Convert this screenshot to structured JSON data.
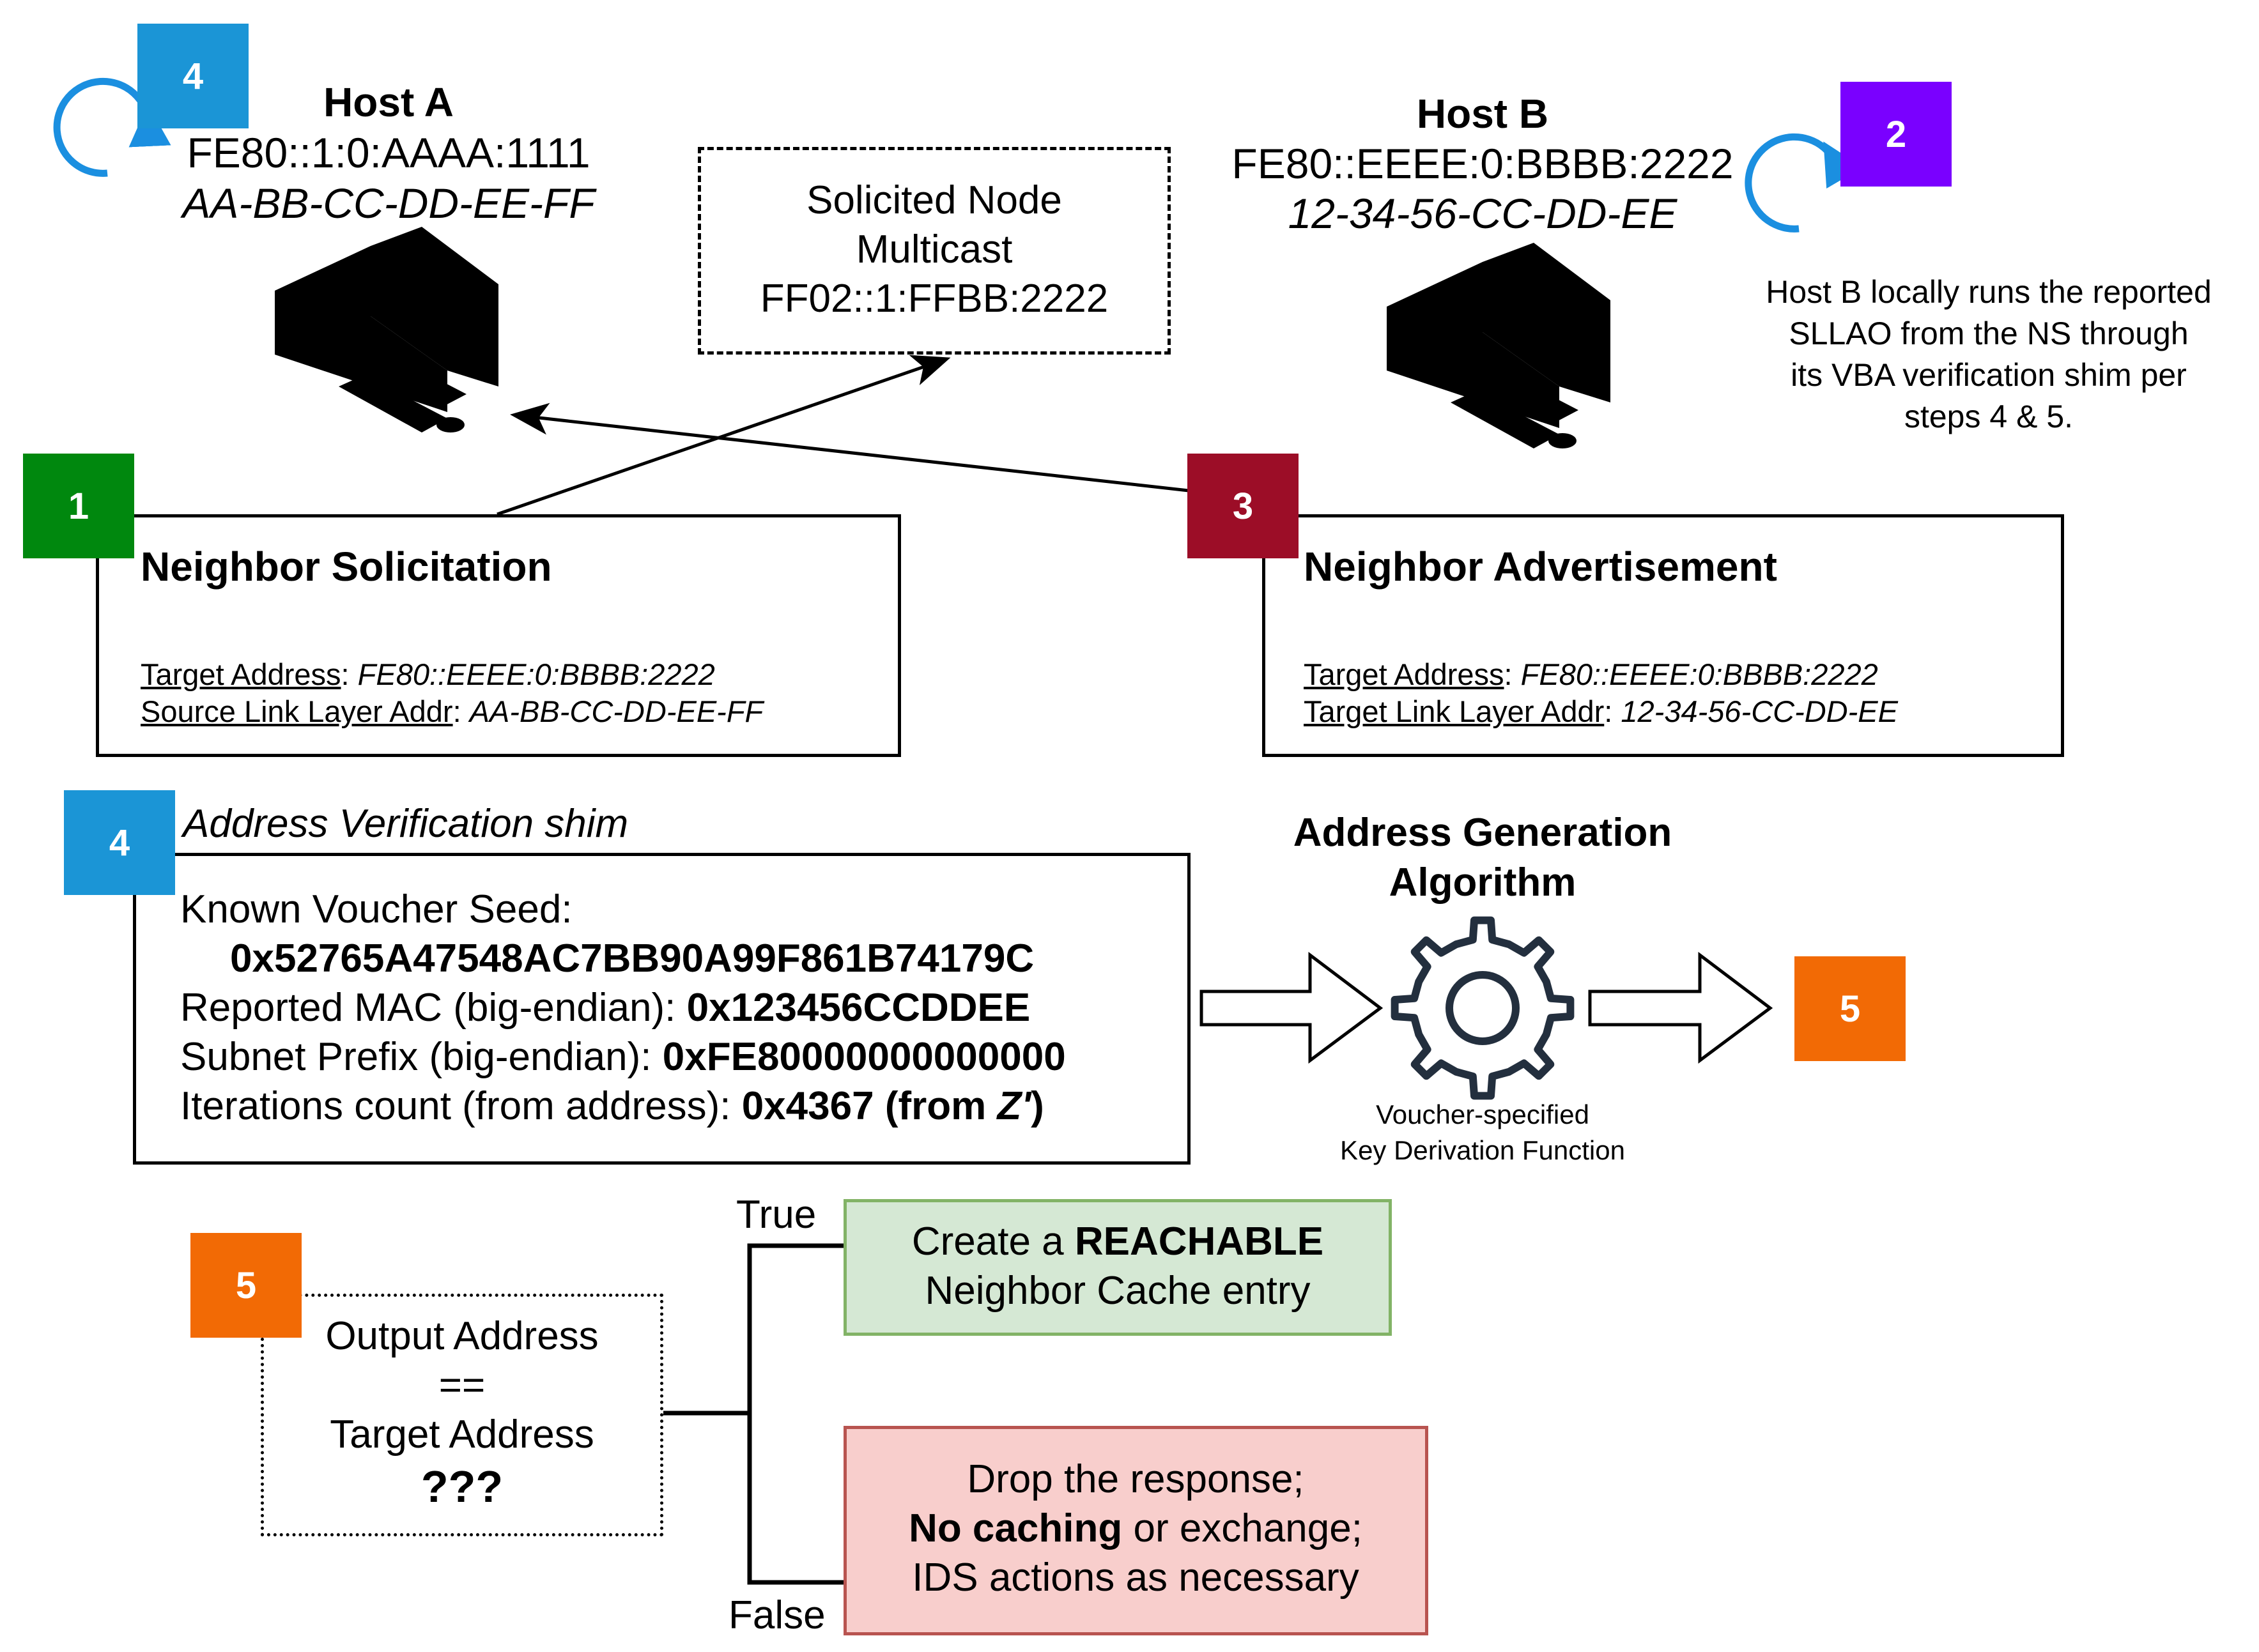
{
  "hosts": {
    "a": {
      "name": "Host A",
      "ip": "FE80::1:0:AAAA:1111",
      "mac": "AA-BB-CC-DD-EE-FF"
    },
    "b": {
      "name": "Host B",
      "ip": "FE80::EEEE:0:BBBB:2222",
      "mac": "12-34-56-CC-DD-EE"
    }
  },
  "multicast": {
    "line1": "Solicited Node",
    "line2": "Multicast",
    "line3": "FF02::1:FFBB:2222"
  },
  "host_b_note": {
    "line1": "Host B locally runs the reported",
    "line2": "SLLAO from the NS through",
    "line3": "its VBA verification shim per",
    "line4": "steps 4 & 5."
  },
  "badges": {
    "step1": {
      "label": "1",
      "color": "#00880e"
    },
    "step2": {
      "label": "2",
      "color": "#7a00ff"
    },
    "step3": {
      "label": "3",
      "color": "#9c0d27"
    },
    "step4_top": {
      "label": "4",
      "color": "#1b95d6"
    },
    "step4_shim": {
      "label": "4",
      "color": "#1b95d6"
    },
    "step5_right": {
      "label": "5",
      "color": "#f26a05"
    },
    "step5_compare": {
      "label": "5",
      "color": "#f26a05"
    }
  },
  "neighbor_solicitation": {
    "title": "Neighbor Solicitation",
    "target_label": "Target Address",
    "target_value": "FE80::EEEE:0:BBBB:2222",
    "source_label": "Source Link Layer Addr",
    "source_value": "AA-BB-CC-DD-EE-FF"
  },
  "neighbor_advertisement": {
    "title": "Neighbor Advertisement",
    "target_label": "Target Address",
    "target_value": "FE80::EEEE:0:BBBB:2222",
    "tlla_label": "Target Link Layer Addr",
    "tlla_value": "12-34-56-CC-DD-EE"
  },
  "shim": {
    "title": "Address Verification shim",
    "seed_label": "Known Voucher Seed:",
    "seed_value": "0x52765A47548AC7BB90A99F861B74179C",
    "mac_label": "Reported MAC (big-endian):",
    "mac_value": "0x123456CCDDEE",
    "prefix_label": "Subnet Prefix (big-endian):",
    "prefix_value": "0xFE80000000000000",
    "iter_label": "Iterations count (from address):",
    "iter_value": "0x4367 (from ",
    "iter_z": "Z'",
    "iter_close": ")"
  },
  "aga": {
    "title1": "Address Generation",
    "title2": "Algorithm",
    "sub1": "Voucher-specified",
    "sub2": "Key Derivation Function"
  },
  "compare": {
    "line1": "Output Address",
    "line2": "==",
    "line3": "Target Address",
    "line4": "???"
  },
  "branches": {
    "true_label": "True",
    "false_label": "False",
    "true_box": {
      "pre": "Create a ",
      "bold": "REACHABLE",
      "line2": "Neighbor Cache entry",
      "fill": "#d5e8d4",
      "border": "#82b366"
    },
    "false_box": {
      "line1": "Drop the response;",
      "bold": "No caching",
      "line2_rest": " or exchange;",
      "line3": "IDS actions as necessary",
      "fill": "#f8cecc",
      "border": "#b85450"
    }
  }
}
